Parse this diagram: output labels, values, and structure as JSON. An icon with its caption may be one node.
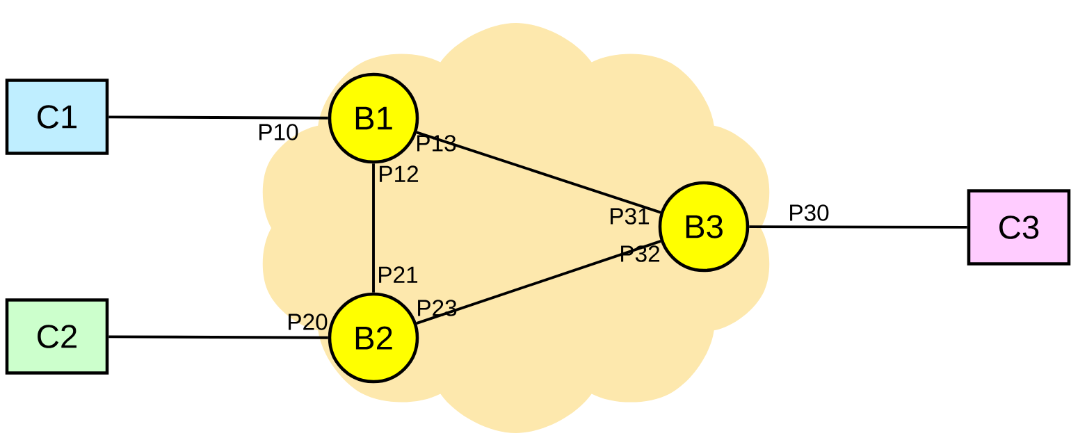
{
  "diagram": {
    "nodes": [
      {
        "text": [
          "C1"
        ]
      },
      {
        "text": [],
        "shape": "cloud"
      },
      {
        "text": [
          "B1"
        ],
        "in": 1
      },
      {
        "text": [
          "B2"
        ],
        "in": 1
      },
      {
        "text": [
          "B3"
        ],
        "in": 1
      },
      {
        "text": [
          "C2"
        ]
      },
      {
        "text": [
          "C3"
        ]
      }
    ],
    "edges": [
      {
        "from": 0,
        "to": 2,
        "arrow": "none"
      },
      {
        "from": 2,
        "to": 4,
        "arrow": "none"
      },
      {
        "from": 2,
        "to": 3,
        "arrow": "none"
      },
      {
        "from": 4,
        "to": 6,
        "arrow": "none"
      },
      {
        "from": 5,
        "to": 3,
        "arrow": "none"
      },
      {
        "from": 3,
        "to": 4,
        "arrow": "none"
      }
    ],
    "labels": [
      "P10",
      "P13",
      "P12",
      "P31",
      "P30",
      "P32",
      "P21",
      "P20",
      "P23"
    ]
  }
}
